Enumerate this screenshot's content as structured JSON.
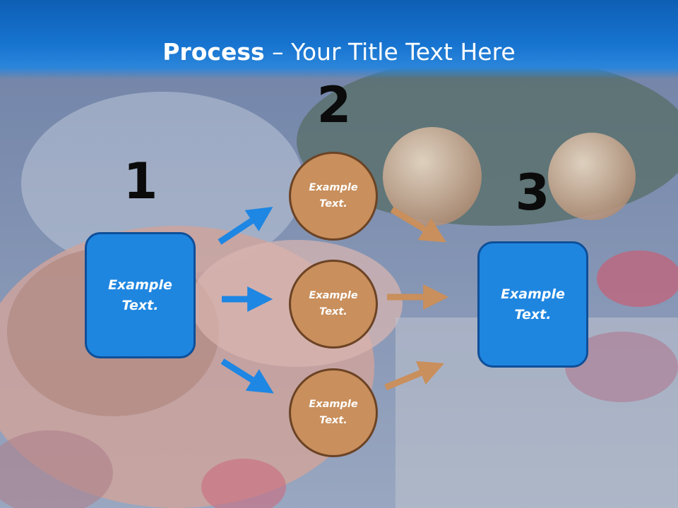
{
  "slide": {
    "title_bold": "Process",
    "title_rest": " – Your Title Text Here"
  },
  "steps": {
    "one": "1",
    "two": "2",
    "three": "3"
  },
  "left_box": {
    "text": "Example\nText."
  },
  "right_box": {
    "text": "Example\nText."
  },
  "circles": [
    {
      "text": "Example\nText."
    },
    {
      "text": "Example\nText."
    },
    {
      "text": "Example\nText."
    }
  ],
  "colors": {
    "title_band": "#1673cf",
    "box_fill": "#1f86e0",
    "circle_fill": "#c98f5c",
    "blue_arrow": "#1e86e3",
    "tan_arrow": "#c98f5c"
  }
}
